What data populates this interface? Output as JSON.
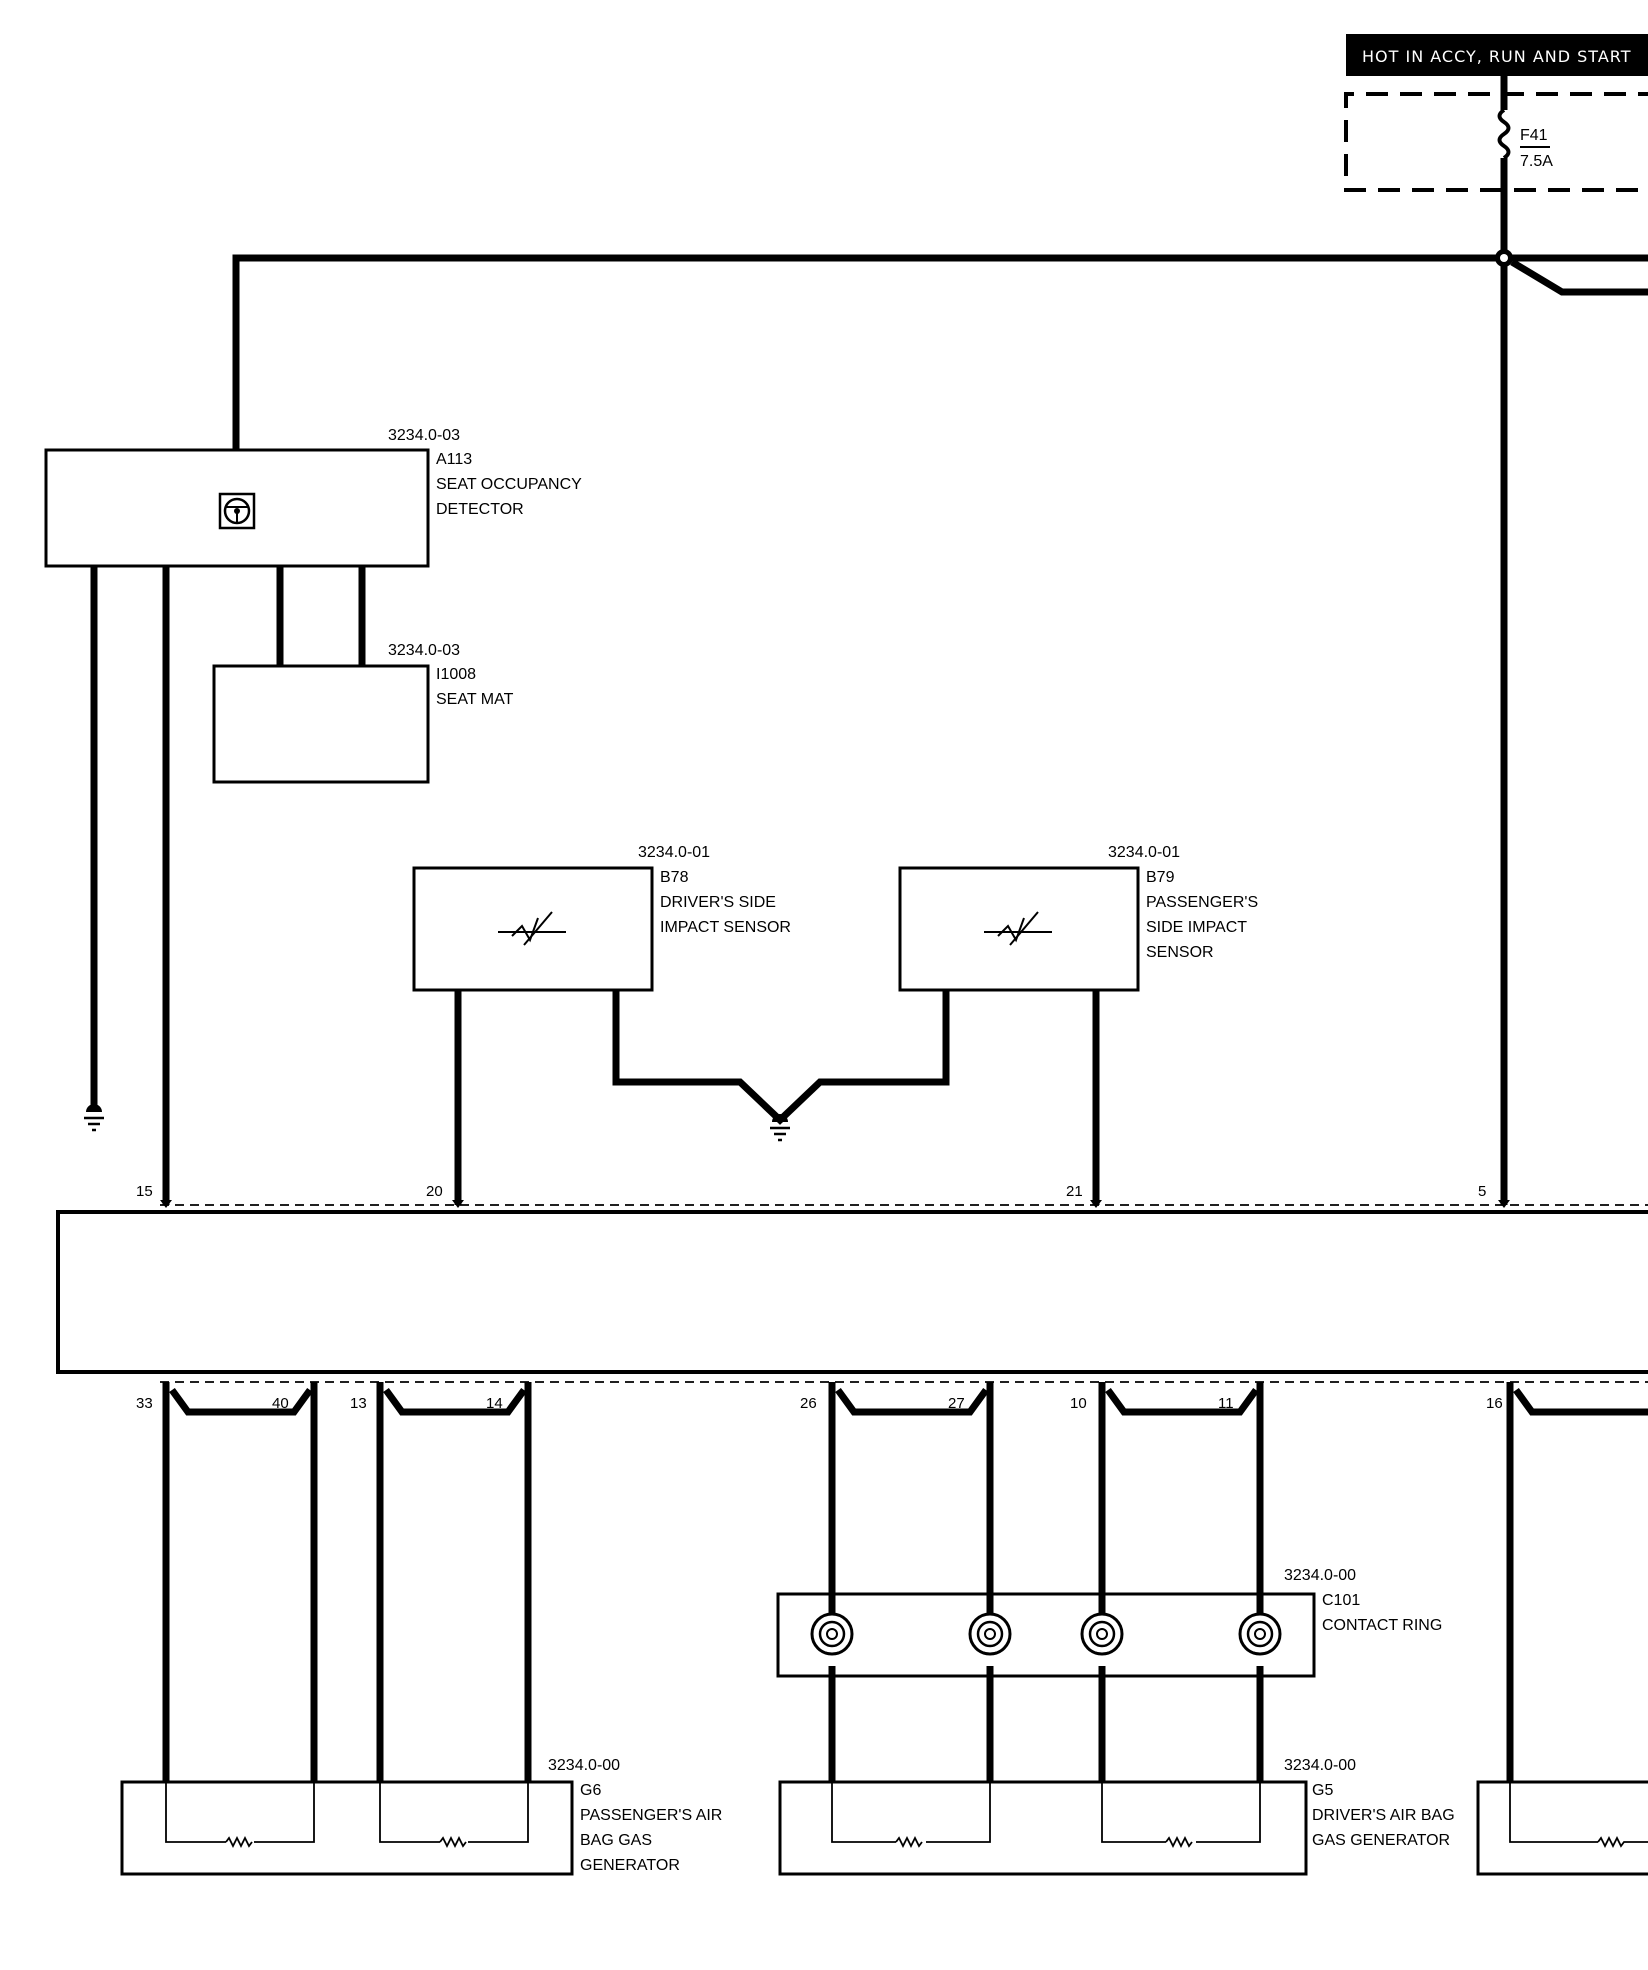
{
  "header": {
    "hot_label": "HOT IN ACCY, RUN AND START"
  },
  "fuse": {
    "id": "F41",
    "rating": "7.5A"
  },
  "components": {
    "a113": {
      "ref": "3234.0-03",
      "id": "A113",
      "name_l1": "SEAT OCCUPANCY",
      "name_l2": "DETECTOR"
    },
    "i1008": {
      "ref": "3234.0-03",
      "id": "I1008",
      "name_l1": "SEAT MAT"
    },
    "b78": {
      "ref": "3234.0-01",
      "id": "B78",
      "name_l1": "DRIVER'S SIDE",
      "name_l2": "IMPACT SENSOR"
    },
    "b79": {
      "ref": "3234.0-01",
      "id": "B79",
      "name_l1": "PASSENGER'S",
      "name_l2": "SIDE IMPACT",
      "name_l3": "SENSOR"
    },
    "c101": {
      "ref": "3234.0-00",
      "id": "C101",
      "name_l1": "CONTACT RING"
    },
    "g6": {
      "ref": "3234.0-00",
      "id": "G6",
      "name_l1": "PASSENGER'S AIR",
      "name_l2": "BAG GAS",
      "name_l3": "GENERATOR"
    },
    "g5": {
      "ref": "3234.0-00",
      "id": "G5",
      "name_l1": "DRIVER'S AIR BAG",
      "name_l2": "GAS GENERATOR"
    }
  },
  "pins": {
    "top": [
      "15",
      "20",
      "21",
      "5"
    ],
    "bottom": [
      "33",
      "40",
      "13",
      "14",
      "26",
      "27",
      "10",
      "11",
      "16"
    ]
  },
  "icons": {
    "ground": "ground-icon",
    "occupancy": "steering-wheel-icon",
    "impact_sensor": "impact-sensor-icon",
    "contact_ring": "coil-icon",
    "resistor": "resistor-icon"
  }
}
